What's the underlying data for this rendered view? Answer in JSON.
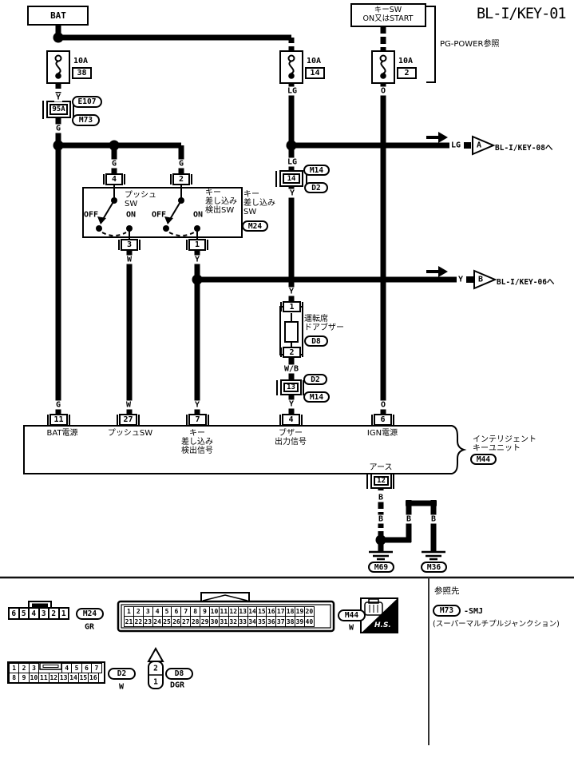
{
  "title": "BL-I/KEY-01",
  "pg_ref": "PG-POWER参照",
  "bat_label": "BAT",
  "key_sw": {
    "l1": "キーSW",
    "l2": "ON又はSTART"
  },
  "fuses": {
    "f38": {
      "amp": "10A",
      "num": "38"
    },
    "f14": {
      "amp": "10A",
      "num": "14"
    },
    "f2": {
      "amp": "10A",
      "num": "2"
    }
  },
  "refs": {
    "e107": "E107",
    "m73": "M73",
    "m14": "M14",
    "d2": "D2",
    "m24": "M24",
    "d8": "D8",
    "m44": "M44",
    "m69": "M69",
    "m36": "M36"
  },
  "terminals": {
    "t95a": "95A",
    "sw_in_push": "4",
    "sw_in_key": "2",
    "sw_out_push": "3",
    "sw_out_key": "1",
    "conn14": "14",
    "buzzer_1": "1",
    "buzzer_2": "2",
    "conn13": "13",
    "unit_bat": "11",
    "unit_push": "27",
    "unit_key": "7",
    "unit_buzzer": "4",
    "unit_ign": "6",
    "unit_gnd": "12"
  },
  "wires": {
    "y_fuse38": "Y",
    "g_95a": "G",
    "g_br1": "G",
    "g_br2": "G",
    "g_t11": "G",
    "lg_fuse14": "LG",
    "lg_conn14": "LG",
    "y_conn14": "Y",
    "o_fuse2": "O",
    "w_sw3": "W",
    "y_sw1": "Y",
    "y_buzzer": "Y",
    "wb_buzzer": "W/B",
    "y_conn13": "Y",
    "w_t27": "W",
    "y_t7": "Y",
    "y_t4": "Y",
    "o_t6": "O",
    "b_1": "B",
    "b_2": "B",
    "b_3": "B",
    "b_4": "B"
  },
  "switch_box": {
    "push": [
      "プッシュ",
      "SW"
    ],
    "detect": [
      "キー",
      "差し込み",
      "検出SW"
    ],
    "off1": "OFF",
    "on1": "ON",
    "off2": "OFF",
    "on2": "ON",
    "name": [
      "キー",
      "差し込み",
      "SW"
    ]
  },
  "buzzer": {
    "name": [
      "運転席",
      "ドアブザー"
    ]
  },
  "arrows": {
    "a": {
      "wire": "LG",
      "letter": "A",
      "dest": "BL-I/KEY-08へ"
    },
    "b": {
      "wire": "Y",
      "letter": "B",
      "dest": "BL-I/KEY-06へ"
    }
  },
  "unit": {
    "name": [
      "インテリジェント",
      "キーユニット"
    ],
    "ground_pin_label": "アース",
    "pins": {
      "bat": "BAT電源",
      "push": "プッシュSW",
      "key": [
        "キー",
        "差し込み",
        "検出信号"
      ],
      "buzzer": [
        "ブザー",
        "出力信号"
      ],
      "ign": "IGN電源"
    }
  },
  "footer": {
    "m24": {
      "pins": [
        "6",
        "5",
        "4",
        "3",
        "2",
        "1"
      ],
      "color": "GR"
    },
    "m44": {
      "row1": [
        "1",
        "2",
        "3",
        "4",
        "5",
        "6",
        "7",
        "8",
        "9",
        "10",
        "11",
        "12",
        "13",
        "14",
        "15",
        "16",
        "17",
        "18",
        "19",
        "20"
      ],
      "row2": [
        "21",
        "22",
        "23",
        "24",
        "25",
        "26",
        "27",
        "28",
        "29",
        "30",
        "31",
        "32",
        "33",
        "34",
        "35",
        "36",
        "37",
        "38",
        "39",
        "40"
      ],
      "color": "W"
    },
    "d2": {
      "row1a": [
        "1",
        "2",
        "3"
      ],
      "row1b": [
        "4",
        "5",
        "6",
        "7"
      ],
      "row2": [
        "8",
        "9",
        "10",
        "11",
        "12",
        "13",
        "14",
        "15",
        "16"
      ],
      "color": "W"
    },
    "d8": {
      "pins": [
        "2",
        "1"
      ],
      "color": "DGR"
    },
    "hs": "H.S.",
    "ref_panel": {
      "title": "参照先",
      "code": "M73",
      "suffix": "-SMJ",
      "note": "(スーパーマルチプルジャンクション)"
    }
  }
}
